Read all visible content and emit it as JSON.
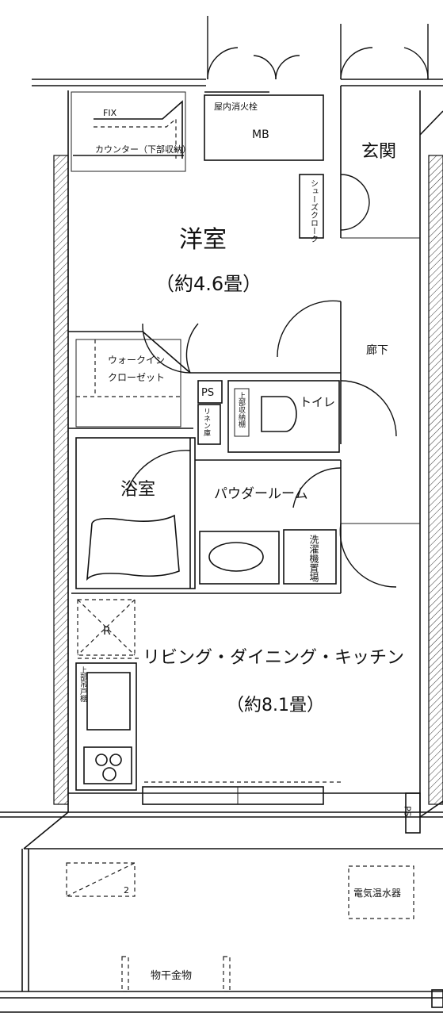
{
  "rooms": {
    "western_room": {
      "name": "洋室",
      "area": "（約4.6畳）"
    },
    "ldk": {
      "name": "リビング・ダイニング・キッチン",
      "area": "（約8.1畳）"
    },
    "entrance": "玄関",
    "corridor": "廊下",
    "toilet": "トイレ",
    "bath": "浴室",
    "powder_room": "パウダールーム",
    "walk_in_closet": [
      "ウォークイン",
      "クローゼット"
    ]
  },
  "fixtures": {
    "fix": "FIX",
    "counter": "カウンター（下部収納）",
    "hydrant": "屋内消火栓",
    "mb": "MB",
    "shoe_closet": "シューズクローク",
    "ps_upper": "PS",
    "ps_lower": "PS",
    "linen": "リネン庫",
    "upper_storage": "上部収納棚",
    "washer": "洗濯機置場",
    "refrigerator": "R",
    "kitchen_upper_storage": "上部吊戸棚",
    "water_heater": "電気温水器",
    "drying_hardware": "物干金物",
    "aircon_mark": "2"
  }
}
